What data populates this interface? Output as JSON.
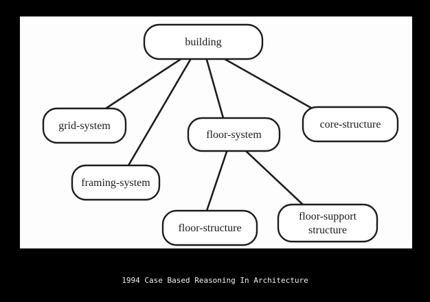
{
  "diagram": {
    "nodes": [
      {
        "id": "building",
        "lines": [
          "building"
        ]
      },
      {
        "id": "grid-system",
        "lines": [
          "grid-system"
        ]
      },
      {
        "id": "framing-system",
        "lines": [
          "framing-system"
        ]
      },
      {
        "id": "floor-system",
        "lines": [
          "floor-system"
        ]
      },
      {
        "id": "core-structure",
        "lines": [
          "core-structure"
        ]
      },
      {
        "id": "floor-structure",
        "lines": [
          "floor-structure"
        ]
      },
      {
        "id": "floor-support-structure",
        "lines": [
          "floor-support",
          "structure"
        ]
      }
    ],
    "edges": [
      [
        "building",
        "grid-system"
      ],
      [
        "building",
        "framing-system"
      ],
      [
        "building",
        "floor-system"
      ],
      [
        "building",
        "core-structure"
      ],
      [
        "floor-system",
        "floor-structure"
      ],
      [
        "floor-system",
        "floor-support-structure"
      ]
    ]
  },
  "caption": "1994 Case Based Reasoning In Architecture",
  "colors": {
    "background": "#000000",
    "paper": "#fdfdfd",
    "ink": "#1c1c1c",
    "caption_text": "#f2f2f2"
  }
}
